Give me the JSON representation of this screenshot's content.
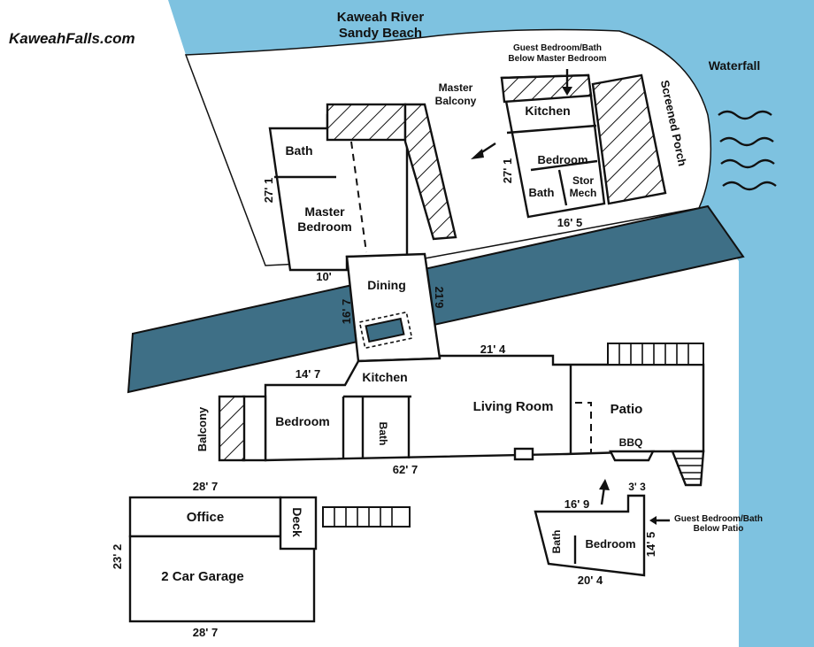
{
  "site": {
    "brand": "KaweahFalls.com"
  },
  "water": {
    "river": "Kaweah River",
    "beach": "Sandy Beach",
    "waterfall": "Waterfall",
    "colors": {
      "river": "#7ec2e0",
      "channel": "#3e6f86"
    }
  },
  "guest_house": {
    "note_line1": "Guest Bedroom/Bath",
    "note_line2": "Below Master Bedroom",
    "kitchen": "Kitchen",
    "bedroom": "Bedroom",
    "bath": "Bath",
    "stor": "Stor",
    "mech": "Mech",
    "porch": "Screened Porch",
    "dim_width": "16' 5",
    "dim_height": "27' 1"
  },
  "master_suite": {
    "balcony_line1": "Master",
    "balcony_line2": "Balcony",
    "bath": "Bath",
    "bedroom_line1": "Master",
    "bedroom_line2": "Bedroom",
    "dim_height": "27' 1",
    "dim_width": "10'"
  },
  "main_house": {
    "dining": "Dining",
    "dim_dining_left": "16' 7",
    "dim_dining_right": "21'9",
    "kitchen": "Kitchen",
    "dim_kitchen": "14' 7",
    "dim_living_top": "21' 4",
    "balcony": "Balcony",
    "bedroom": "Bedroom",
    "bath": "Bath",
    "living": "Living Room",
    "patio": "Patio",
    "bbq": "BBQ",
    "dim_length": "62' 7"
  },
  "lower_guest": {
    "dim_top": "3' 3",
    "dim_diag": "16' 9",
    "note_line1": "Guest Bedroom/Bath",
    "note_line2": "Below Patio",
    "bath": "Bath",
    "bedroom": "Bedroom",
    "dim_side": "14' 5",
    "dim_bottom": "20' 4"
  },
  "garage": {
    "dim_top": "28' 7",
    "office": "Office",
    "deck": "Deck",
    "garage": "2 Car Garage",
    "dim_side": "23' 2",
    "dim_bottom": "28' 7"
  }
}
